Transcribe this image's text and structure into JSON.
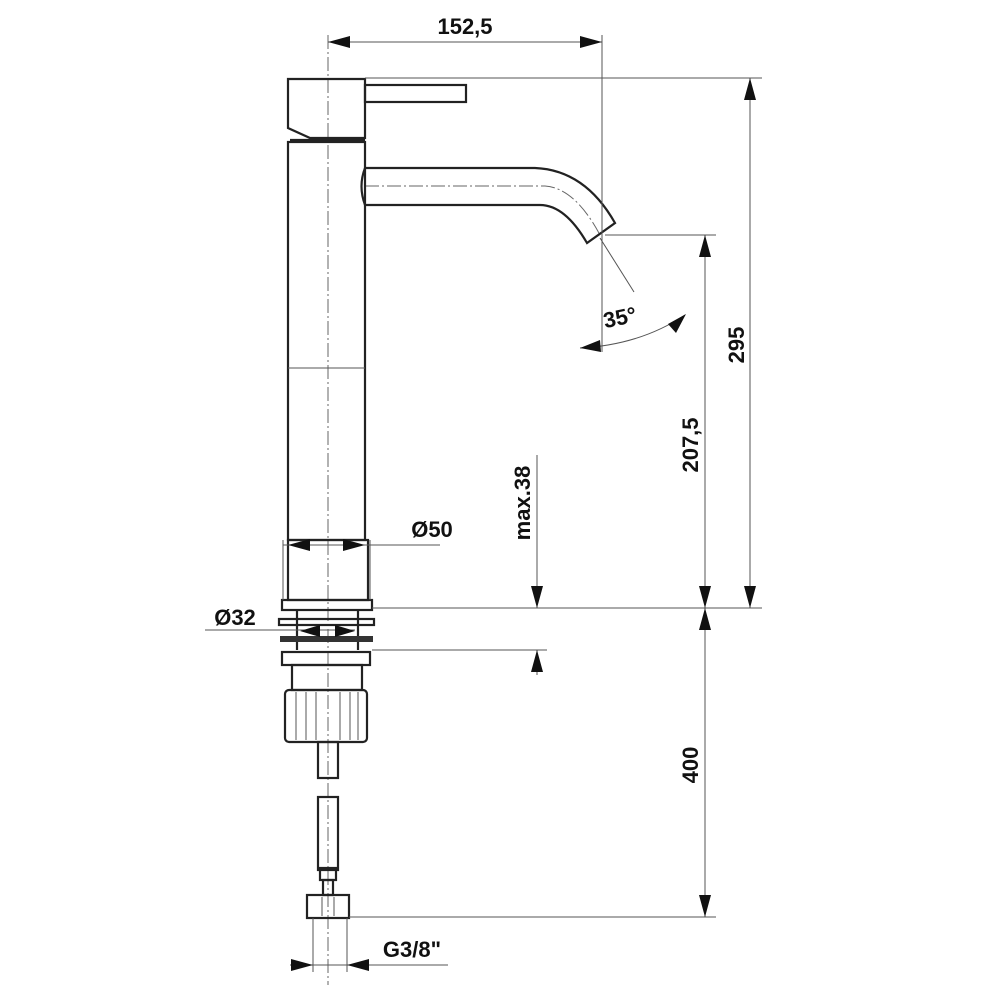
{
  "drawing": {
    "dimensions": {
      "spout_reach": "152,5",
      "total_height": "295",
      "spout_height": "207,5",
      "hose_length": "400",
      "body_diameter": "Ø50",
      "shank_diameter": "Ø32",
      "max_deck_thickness": "max.38",
      "connection_thread": "G3/8\"",
      "spout_swivel_angle": "35°"
    },
    "line_color": "#222222"
  }
}
